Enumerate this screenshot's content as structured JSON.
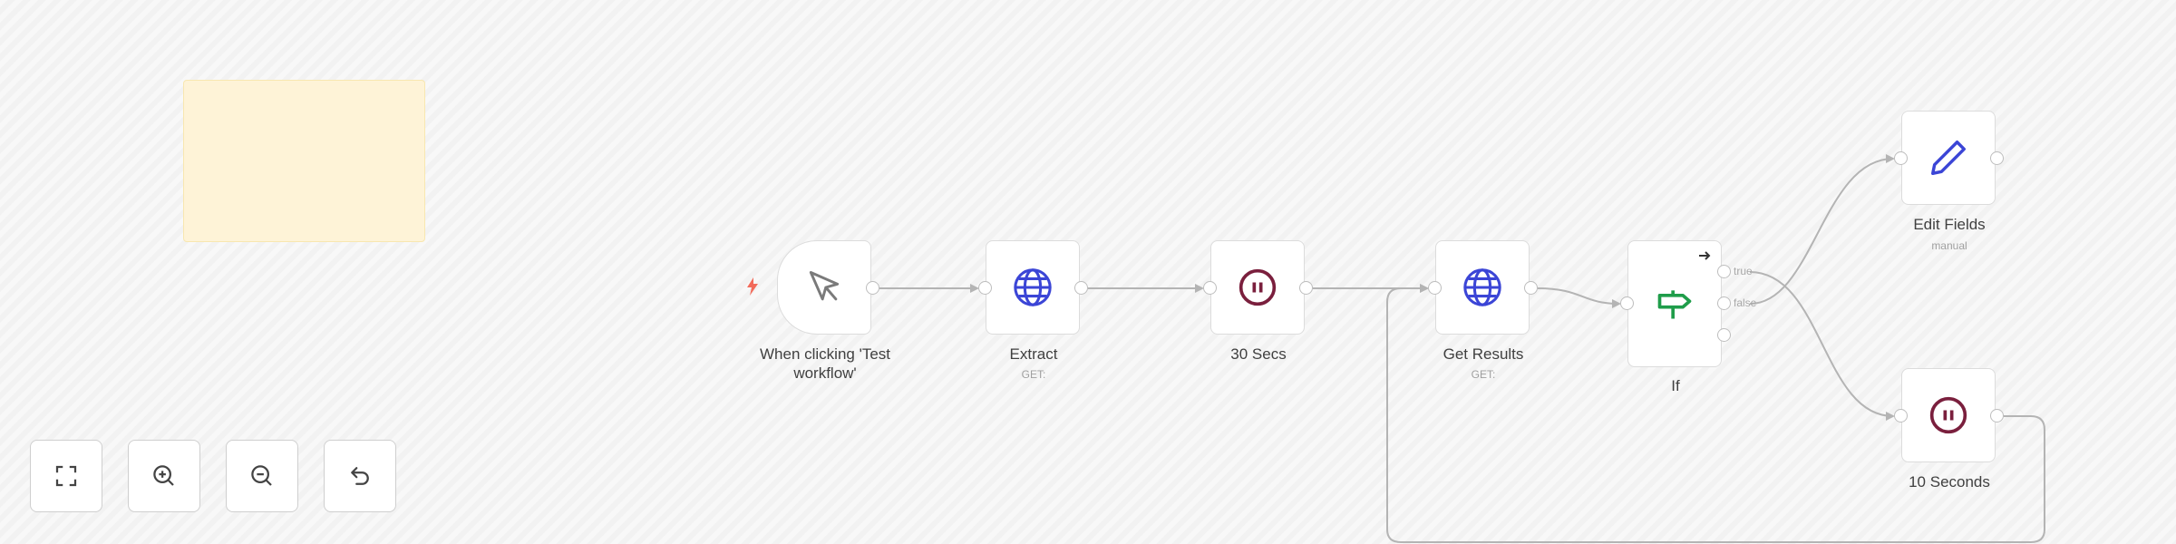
{
  "canvas": {
    "background": "#f6f6f6",
    "sticky_note": {
      "color": "#fef3d7",
      "text": ""
    }
  },
  "nodes": [
    {
      "id": "trigger",
      "label": "When clicking 'Test workflow'",
      "label_line1": "When clicking 'Test",
      "label_line2": "workflow'",
      "subtitle": "",
      "icon": "cursor-icon",
      "icon_color": "#7a7a7a"
    },
    {
      "id": "extract",
      "label": "Extract",
      "subtitle": "GET:",
      "icon": "globe-icon",
      "icon_color": "#3b45d6"
    },
    {
      "id": "wait30",
      "label": "30 Secs",
      "subtitle": "",
      "icon": "pause-icon",
      "icon_color": "#7a1f3d"
    },
    {
      "id": "get_results",
      "label": "Get Results",
      "subtitle": "GET:",
      "icon": "globe-icon",
      "icon_color": "#3b45d6"
    },
    {
      "id": "if",
      "label": "If",
      "subtitle": "",
      "icon": "signpost-icon",
      "icon_color": "#1f9d4a",
      "outputs": [
        "true",
        "false"
      ]
    },
    {
      "id": "edit_fields",
      "label": "Edit Fields",
      "subtitle": "manual",
      "icon": "pencil-icon",
      "icon_color": "#3b45d6"
    },
    {
      "id": "wait10",
      "label": "10 Seconds",
      "subtitle": "",
      "icon": "pause-icon",
      "icon_color": "#7a1f3d"
    }
  ],
  "connections": [
    {
      "from": "trigger",
      "to": "extract"
    },
    {
      "from": "extract",
      "to": "wait30"
    },
    {
      "from": "wait30",
      "to": "get_results"
    },
    {
      "from": "get_results",
      "to": "if"
    },
    {
      "from": "if.true",
      "to": "wait10"
    },
    {
      "from": "if.false",
      "to": "edit_fields"
    },
    {
      "from": "wait10",
      "to": "get_results"
    }
  ],
  "controls": [
    {
      "name": "fit-view",
      "icon": "fullscreen-icon"
    },
    {
      "name": "zoom-in",
      "icon": "zoom-in-icon"
    },
    {
      "name": "zoom-out",
      "icon": "zoom-out-icon"
    },
    {
      "name": "reset-zoom",
      "icon": "undo-icon"
    }
  ],
  "colors": {
    "edge": "#b4b4b4",
    "handle_border": "#bdbdbd",
    "trigger_bolt": "#f26b5b"
  }
}
